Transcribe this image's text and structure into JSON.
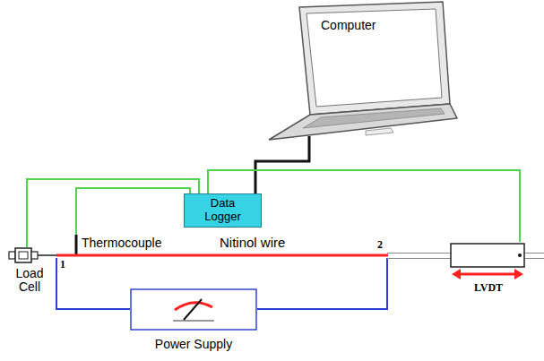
{
  "diagram": {
    "nodes": [
      {
        "text": [
          "Computer"
        ]
      },
      {
        "text": [
          "Data Logger"
        ]
      },
      {
        "text": [
          "Load Cell"
        ]
      },
      {
        "text": [
          "LVDT"
        ]
      },
      {
        "text": [
          "Power Supply"
        ]
      }
    ],
    "edges": [
      {
        "from": 1,
        "to": 0,
        "arrow": "none"
      },
      {
        "from": 2,
        "to": 1,
        "arrow": "none"
      },
      {
        "from": 3,
        "to": 1,
        "arrow": "none"
      },
      {
        "from": 2,
        "to": 3,
        "arrow": "none",
        "label": "Nitinol wire"
      }
    ],
    "labels": [
      "Thermocouple",
      "1",
      "2"
    ]
  }
}
